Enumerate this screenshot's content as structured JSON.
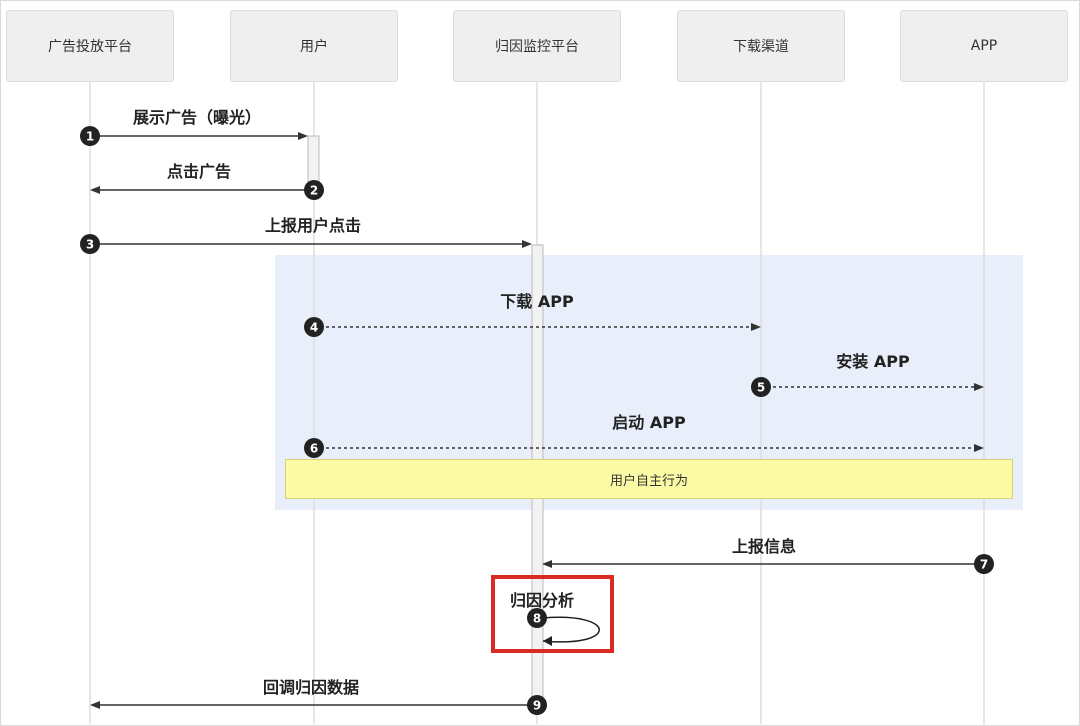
{
  "participants": [
    {
      "id": "ad_platform",
      "label": "广告投放平台"
    },
    {
      "id": "user",
      "label": "用户"
    },
    {
      "id": "attribution",
      "label": "归因监控平台"
    },
    {
      "id": "channel",
      "label": "下载渠道"
    },
    {
      "id": "app",
      "label": "APP"
    }
  ],
  "messages": [
    {
      "num": "1",
      "label": "展示广告（曝光）",
      "from": "ad_platform",
      "to": "user",
      "style": "solid"
    },
    {
      "num": "2",
      "label": "点击广告",
      "from": "user",
      "to": "ad_platform",
      "style": "solid"
    },
    {
      "num": "3",
      "label": "上报用户点击",
      "from": "ad_platform",
      "to": "attribution",
      "style": "solid"
    },
    {
      "num": "4",
      "label": "下载 APP",
      "from": "user",
      "to": "channel",
      "style": "dotted"
    },
    {
      "num": "5",
      "label": "安装 APP",
      "from": "channel",
      "to": "app",
      "style": "dotted"
    },
    {
      "num": "6",
      "label": "启动 APP",
      "from": "user",
      "to": "app",
      "style": "dotted"
    },
    {
      "num": "7",
      "label": "上报信息",
      "from": "app",
      "to": "attribution",
      "style": "solid"
    },
    {
      "num": "8",
      "label": "归因分析",
      "from": "attribution",
      "to": "attribution",
      "style": "self"
    },
    {
      "num": "9",
      "label": "回调归因数据",
      "from": "attribution",
      "to": "ad_platform",
      "style": "solid"
    }
  ],
  "note": {
    "label": "用户自主行为"
  },
  "colors": {
    "group_bg": "#e8effa",
    "note_bg": "#fdfaa6",
    "highlight": "#d92b24",
    "marker": "#222222"
  }
}
